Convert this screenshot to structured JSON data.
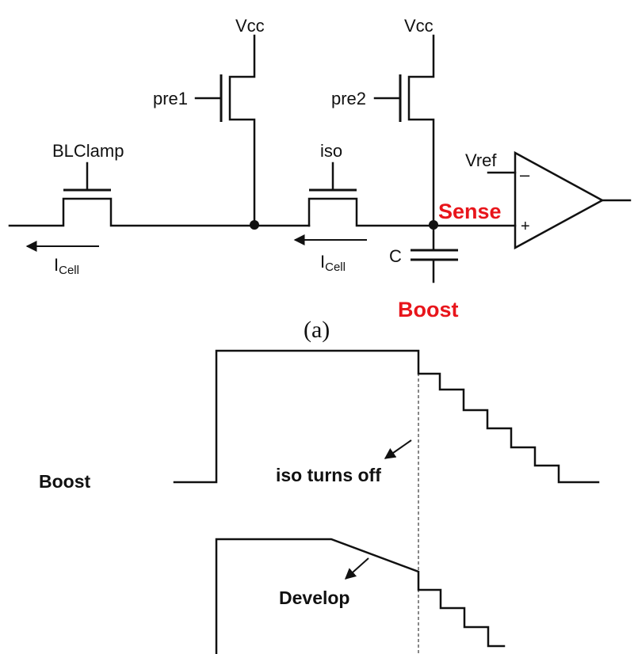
{
  "circuit": {
    "vcc_left": "Vcc",
    "vcc_right": "Vcc",
    "pre1": "pre1",
    "pre2": "pre2",
    "blclamp": "BLClamp",
    "iso": "iso",
    "vref": "Vref",
    "minus": "–",
    "plus": "+",
    "icell_main": "I",
    "icell_sub": "Cell",
    "cap": "C",
    "sense": "Sense",
    "boost": "Boost",
    "caption_a": "(a)",
    "highlight_color": "#e8151b"
  },
  "waveforms": {
    "boost_label": "Boost",
    "iso_turns_off": "iso turns off",
    "develop": "Develop"
  }
}
